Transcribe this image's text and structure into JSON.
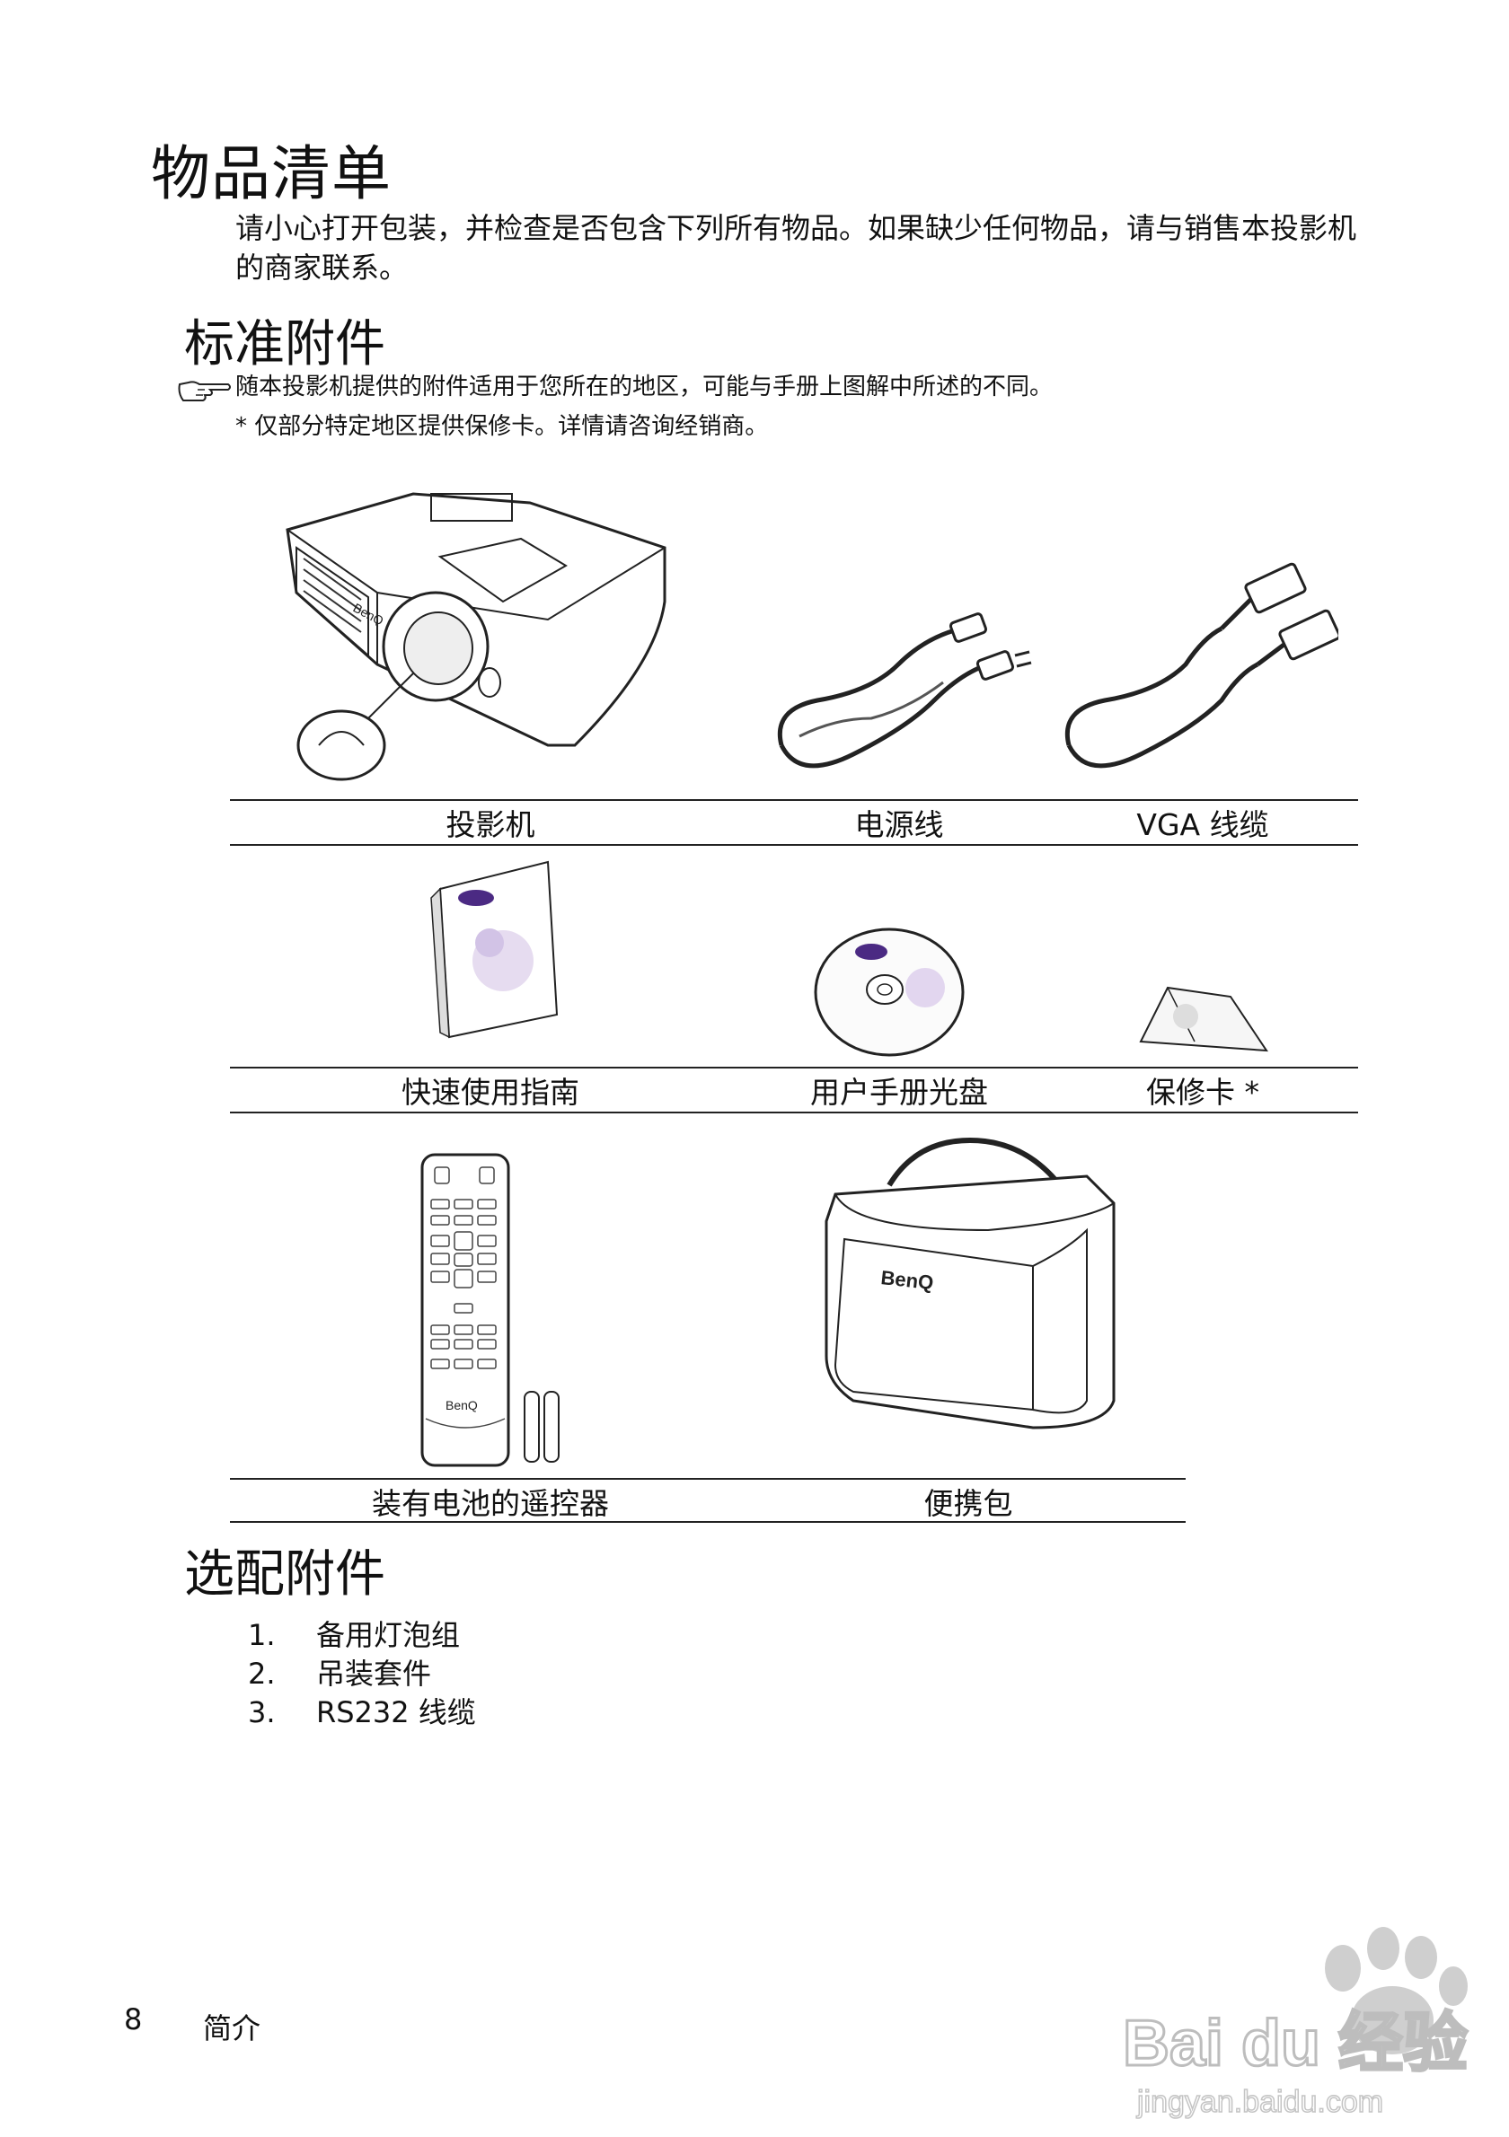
{
  "page": {
    "title": "物品清单",
    "intro": "请小心打开包装，并检查是否包含下列所有物品。如果缺少任何物品，请与销售本投影机的商家联系。"
  },
  "standard": {
    "heading": "标准附件",
    "note": "随本投影机提供的附件适用于您所在的地区，可能与手册上图解中所述的不同。",
    "note2": "* 仅部分特定地区提供保修卡。详情请咨询经销商。",
    "items": [
      {
        "label": "投影机",
        "icon": "projector-icon"
      },
      {
        "label": "电源线",
        "icon": "power-cord-icon"
      },
      {
        "label": "VGA 线缆",
        "icon": "vga-cable-icon"
      },
      {
        "label": "快速使用指南",
        "icon": "quick-guide-icon"
      },
      {
        "label": "用户手册光盘",
        "icon": "cd-icon"
      },
      {
        "label": "保修卡 *",
        "icon": "warranty-card-icon"
      },
      {
        "label": "装有电池的遥控器",
        "icon": "remote-control-icon"
      },
      {
        "label": "便携包",
        "icon": "carry-bag-icon"
      }
    ]
  },
  "optional": {
    "heading": "选配附件",
    "items": [
      {
        "num": "1.",
        "label": "备用灯泡组"
      },
      {
        "num": "2.",
        "label": "吊装套件"
      },
      {
        "num": "3.",
        "label": "RS232 线缆"
      }
    ]
  },
  "brand": {
    "logo_text": "BenQ"
  },
  "footer": {
    "page_number": "8",
    "section": "简介"
  },
  "watermark": {
    "text": "Bai du 经验",
    "url_text": "jingyan.baidu.com"
  }
}
